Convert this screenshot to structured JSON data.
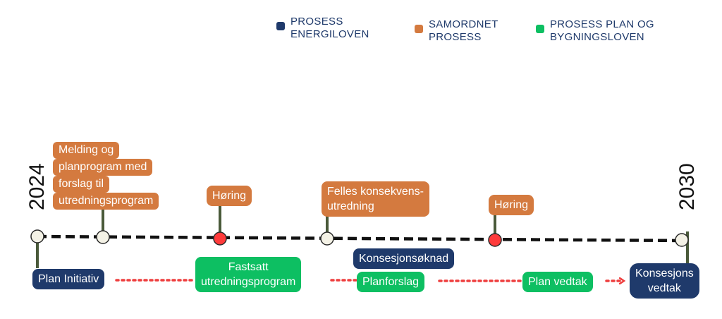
{
  "legend": [
    {
      "label": "PROSESS\nENERGILOVEN",
      "color": "#1f3a6b"
    },
    {
      "label": "SAMORDNET\nPROSESS",
      "color": "#d47a3f"
    },
    {
      "label": "PROSESS PLAN OG\nBYGNINGSLOVEN",
      "color": "#0dbf62"
    }
  ],
  "timeline": {
    "start_year": "2024",
    "end_year": "2030"
  },
  "colors": {
    "energiloven": "#1f3a6b",
    "samordnet": "#d47a3f",
    "plan_bygning": "#0dbf62",
    "hoering_marker": "#ff3b3b",
    "milestone_marker": "#f4f2e6",
    "flow_arrow": "#ee3e3e",
    "connector": "#4a5a3a"
  },
  "above": {
    "melding_lines": [
      "Melding og",
      "planprogram med",
      "forslag til",
      "utredningsprogram"
    ],
    "hoering1": "Høring",
    "felles": "Felles konsekvens-\nutredning",
    "hoering2": "Høring"
  },
  "below": {
    "plan_initiativ": "Plan Initiativ",
    "fastsatt": "Fastsatt\nutredningsprogram",
    "konsesjonsoknad": "Konsesjonsøknad",
    "planforslag": "Planforslag",
    "plan_vedtak": "Plan vedtak",
    "konsesjons_vedtak": "Konsesjons\nvedtak"
  }
}
